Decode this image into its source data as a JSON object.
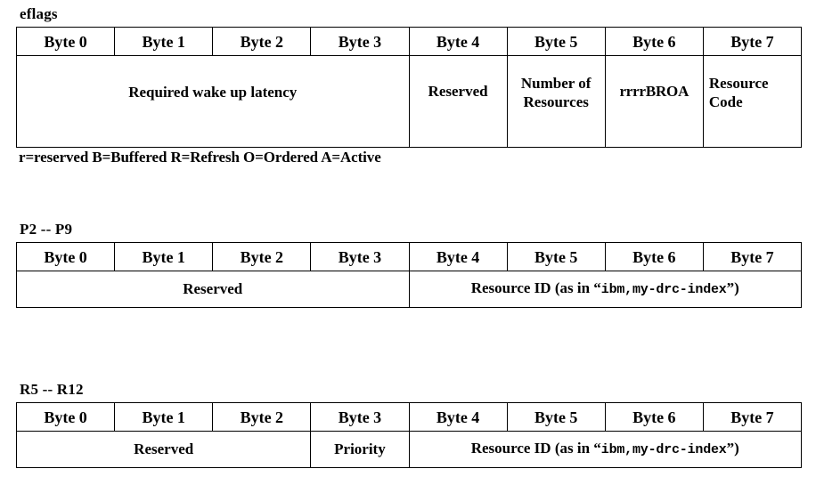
{
  "document": {
    "background_color": "#ffffff",
    "text_color": "#000000",
    "byte_headers": [
      "Byte 0",
      "Byte 1",
      "Byte 2",
      "Byte 3",
      "Byte 4",
      "Byte 5",
      "Byte 6",
      "Byte 7"
    ]
  },
  "sections": {
    "eflags": {
      "label": "eflags",
      "headers": [
        "Byte 0",
        "Byte 1",
        "Byte 2",
        "Byte 3",
        "Byte 4",
        "Byte 5",
        "Byte 6",
        "Byte 7"
      ],
      "fields": [
        {
          "text": "Required wake up latency",
          "span": 4,
          "bytes": "0-3"
        },
        {
          "text": "Reserved",
          "span": 1,
          "bytes": "4"
        },
        {
          "text": "Number of Resources",
          "span": 1,
          "bytes": "5"
        },
        {
          "text": "rrrrBROA",
          "span": 1,
          "bytes": "6"
        },
        {
          "text": "Resource Code",
          "span": 1,
          "bytes": "7"
        }
      ],
      "field_latency": "Required wake up latency",
      "field_reserved": "Reserved",
      "field_numres_line1": "Number of",
      "field_numres_line2": "Resources",
      "field_flags": "rrrrBROA",
      "field_rescode_line1": "Resource",
      "field_rescode_line2": "Code",
      "legend": "r=reserved B=Buffered R=Refresh O=Ordered A=Active"
    },
    "p2p9": {
      "label": "P2 -- P9",
      "headers": [
        "Byte 0",
        "Byte 1",
        "Byte 2",
        "Byte 3",
        "Byte 4",
        "Byte 5",
        "Byte 6",
        "Byte 7"
      ],
      "fields": [
        {
          "text": "Reserved",
          "span": 4,
          "bytes": "0-3"
        },
        {
          "text": "Resource ID (as in “ibm,my-drc-index”)",
          "span": 4,
          "bytes": "4-7"
        }
      ],
      "field_reserved": "Reserved",
      "field_resid_prefix": "Resource ID (as in “",
      "field_resid_mono": "ibm,my-drc-index",
      "field_resid_suffix": "”)"
    },
    "r5r12": {
      "label": "R5 -- R12",
      "headers": [
        "Byte 0",
        "Byte 1",
        "Byte 2",
        "Byte 3",
        "Byte 4",
        "Byte 5",
        "Byte 6",
        "Byte 7"
      ],
      "fields": [
        {
          "text": "Reserved",
          "span": 3,
          "bytes": "0-2"
        },
        {
          "text": "Priority",
          "span": 1,
          "bytes": "3"
        },
        {
          "text": "Resource ID (as in “ibm,my-drc-index”)",
          "span": 4,
          "bytes": "4-7"
        }
      ],
      "field_reserved": "Reserved",
      "field_priority": "Priority",
      "field_resid_prefix": "Resource ID (as in “",
      "field_resid_mono": "ibm,my-drc-index",
      "field_resid_suffix": "”)"
    }
  }
}
